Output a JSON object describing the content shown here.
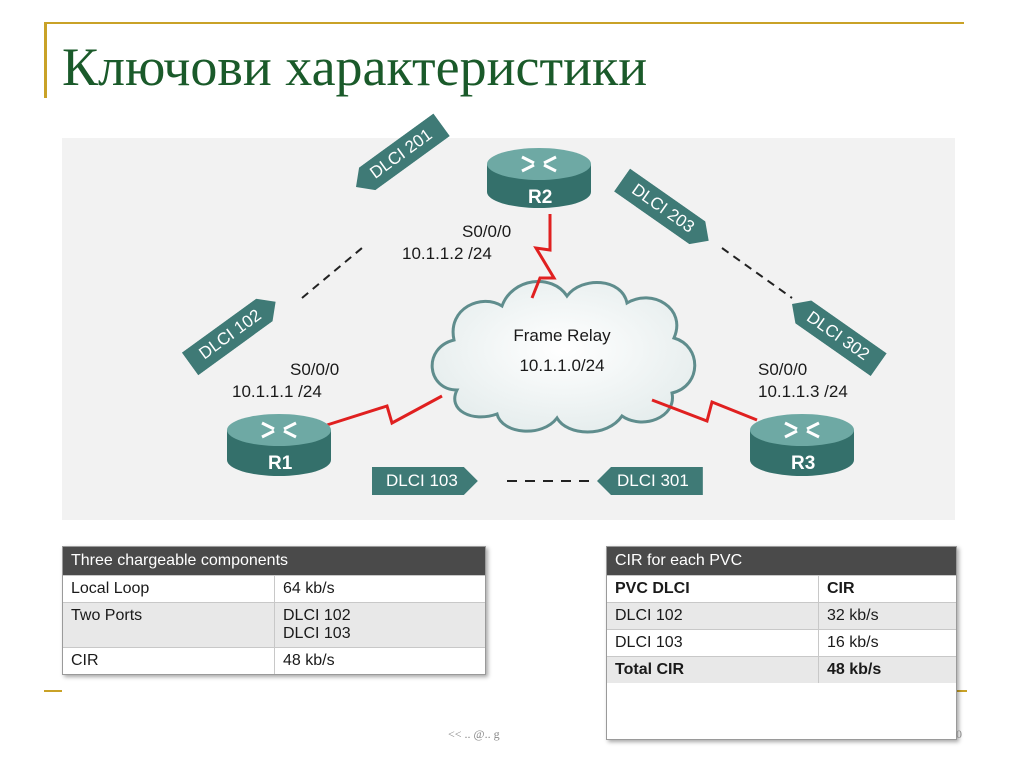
{
  "slide": {
    "title": "Ключови характеристики",
    "footer_left": "<< .. @.. g",
    "page_number": "0"
  },
  "diagram": {
    "routers": {
      "r1": {
        "name": "R1",
        "interface": "S0/0/0",
        "ip": "10.1.1.1 /24"
      },
      "r2": {
        "name": "R2",
        "interface": "S0/0/0",
        "ip": "10.1.1.2 /24"
      },
      "r3": {
        "name": "R3",
        "interface": "S0/0/0",
        "ip": "10.1.1.3 /24"
      }
    },
    "cloud": {
      "label": "Frame Relay",
      "network": "10.1.1.0/24"
    },
    "dlci": {
      "d102": "DLCI 102",
      "d201": "DLCI 201",
      "d203": "DLCI 203",
      "d302": "DLCI 302",
      "d103": "DLCI 103",
      "d301": "DLCI 301"
    }
  },
  "table_charges": {
    "header": "Three chargeable components",
    "rows": [
      {
        "c1": "Local Loop",
        "c2": "64 kb/s"
      },
      {
        "c1": "Two Ports",
        "c2a": "DLCI 102",
        "c2b": "DLCI 103"
      },
      {
        "c1": "CIR",
        "c2": "48 kb/s"
      }
    ]
  },
  "table_cir": {
    "header": "CIR for each PVC",
    "columns": [
      "PVC DLCI",
      "CIR"
    ],
    "rows": [
      {
        "c1": "DLCI 102",
        "c2": "32 kb/s"
      },
      {
        "c1": "DLCI 103",
        "c2": "16 kb/s"
      },
      {
        "c1": "Total CIR",
        "c2": "48 kb/s"
      }
    ]
  },
  "colors": {
    "accent": "#c9a227",
    "title": "#1a5a2a",
    "router": "#3f7a76",
    "link": "#e02020"
  }
}
